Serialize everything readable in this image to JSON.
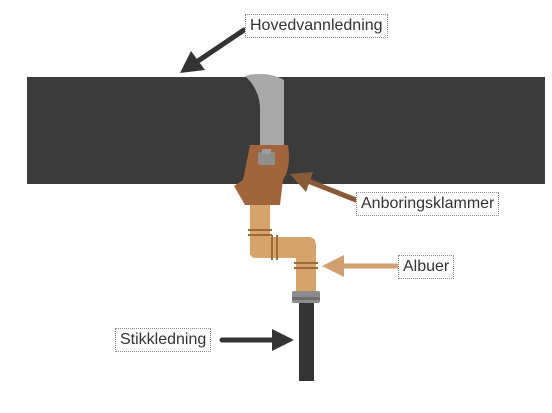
{
  "labels": {
    "main_pipe": "Hovedvannledning",
    "tapping_clamp": "Anboringsklammer",
    "elbow": "Albuer",
    "service_line": "Stikkledning"
  },
  "colors": {
    "main_pipe": "#3b3b3b",
    "strap": "#a9a9a9",
    "saddle": "#a2643a",
    "copper": "#d6a36a",
    "copper_ring": "#9d6a3a",
    "bolt": "#8f8f8f",
    "arrow_dark": "#333333",
    "arrow_brown": "#8a5a36",
    "arrow_tan": "#d1a071"
  }
}
